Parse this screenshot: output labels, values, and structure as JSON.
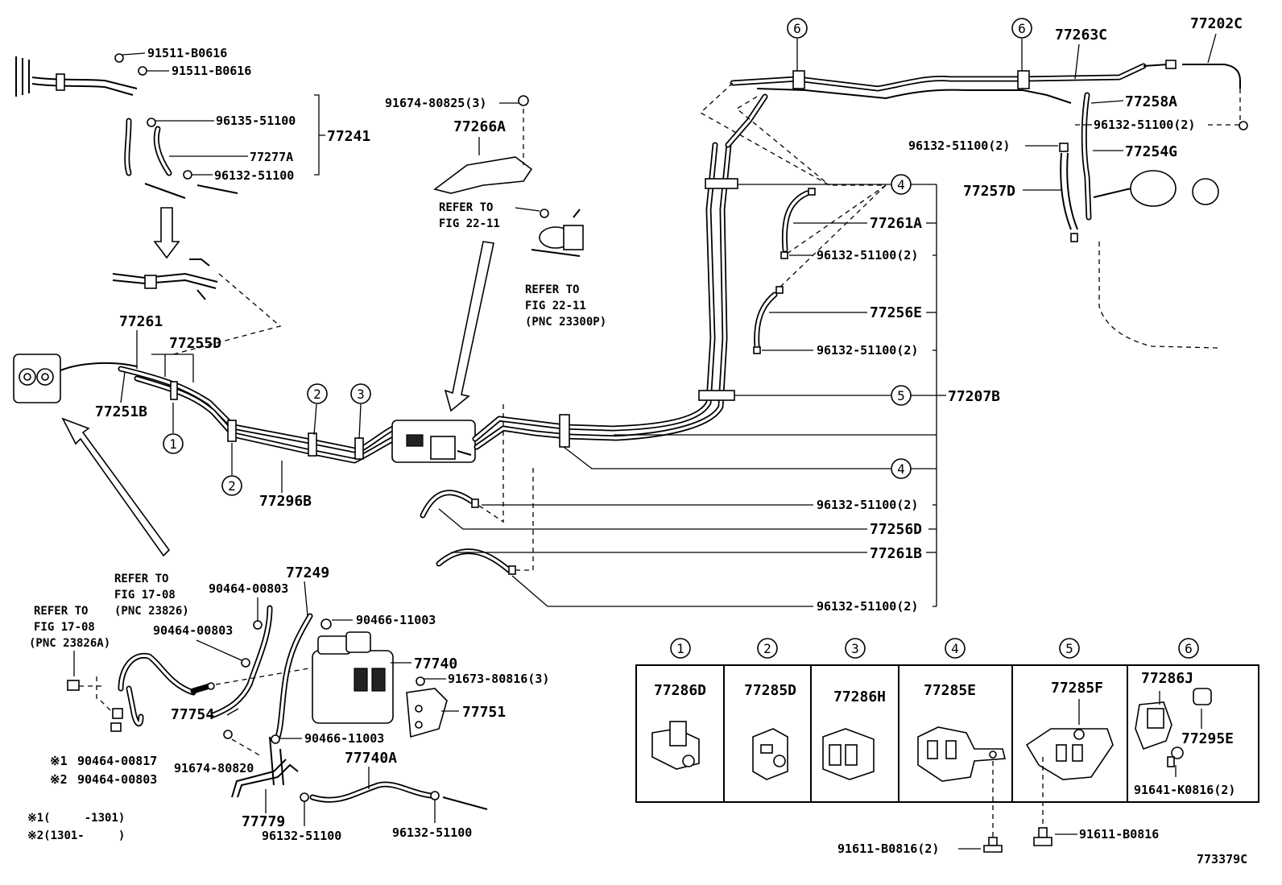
{
  "diagram_id": "773379C",
  "parts": {
    "p91511_1": "91511-B0616",
    "p91511_2": "91511-B0616",
    "p96135": "96135-51100",
    "p77277A": "77277A",
    "p96132_top": "96132-51100",
    "p77241": "77241",
    "p91674_80825": "91674-80825(3)",
    "p77266A": "77266A",
    "p77261": "77261",
    "p77255D": "77255D",
    "p77251B": "77251B",
    "p77296B": "77296B",
    "p77263C": "77263C",
    "p77202C": "77202C",
    "p77258A": "77258A",
    "p96132_r1": "96132-51100(2)",
    "p96132_r2": "96132-51100(2)",
    "p77254G": "77254G",
    "p77257D": "77257D",
    "p77261A": "77261A",
    "p96132_a": "96132-51100(2)",
    "p77256E": "77256E",
    "p96132_b": "96132-51100(2)",
    "p77207B": "77207B",
    "p96132_c": "96132-51100(2)",
    "p77256D": "77256D",
    "p77261B": "77261B",
    "p96132_d": "96132-51100(2)",
    "p77249": "77249",
    "p90464_a": "90464-00803",
    "p90464_b": "90464-00803",
    "p90466_a": "90466-11003",
    "p77740": "77740",
    "p91673": "91673-80816(3)",
    "p77751": "77751",
    "p77754": "77754",
    "p90466_b": "90466-11003",
    "p91674_80820": "91674-80820",
    "p77740A": "77740A",
    "p77779": "77779",
    "p96132_bot1": "96132-51100",
    "p96132_bot2": "96132-51100",
    "p91611_a": "91611-B0816(2)",
    "p91611_b": "91611-B0816",
    "p77286D": "77286D",
    "p77285D": "77285D",
    "p77286H": "77286H",
    "p77285E": "77285E",
    "p77285F": "77285F",
    "p77286J": "77286J",
    "p77295E": "77295E",
    "p91641": "91641-K0816(2)"
  },
  "refs": {
    "ref1_a": "REFER TO",
    "ref1_b": "FIG 22-11",
    "ref2_a": "REFER TO",
    "ref2_b": "FIG 22-11",
    "ref2_c": "(PNC 23300P)",
    "ref3_a": "REFER TO",
    "ref3_b": "FIG 17-08",
    "ref3_c": "(PNC 23826)",
    "ref4_a": "REFER TO",
    "ref4_b": "FIG 17-08",
    "ref4_c": "(PNC 23826A)"
  },
  "notes": {
    "n1_label": "※1",
    "n1_part": "90464-00817",
    "n2_label": "※2",
    "n2_part": "90464-00803",
    "n1_range": "※1(     -1301)",
    "n2_range": "※2(1301-     )"
  },
  "callouts": {
    "c1": "1",
    "c2": "2",
    "c3": "3",
    "c4": "4",
    "c5": "5",
    "c6": "6"
  },
  "legend": {
    "h1": "1",
    "h2": "2",
    "h3": "3",
    "h4": "4",
    "h5": "5",
    "h6": "6"
  }
}
